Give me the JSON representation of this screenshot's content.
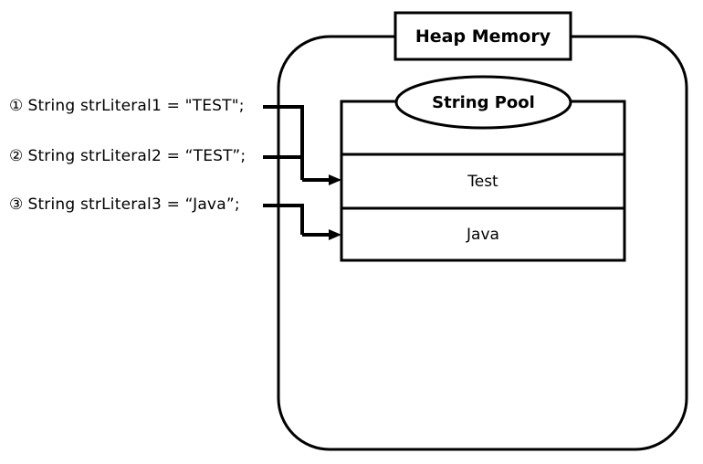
{
  "diagram": {
    "title_box": {
      "label": "Heap Memory",
      "shape": "rectangle"
    },
    "pool_title": {
      "label": "String Pool",
      "shape": "ellipse"
    },
    "container": {
      "name": "heap-boundary",
      "shape": "rounded-rectangle"
    },
    "code_lines": [
      {
        "marker": "①",
        "text": "String strLiteral1 = \"TEST\";"
      },
      {
        "marker": "②",
        "text": "String strLiteral2 = “TEST”;"
      },
      {
        "marker": "③",
        "text": "String strLiteral3 = “Java”;"
      }
    ],
    "pool_rows": [
      {
        "value": ""
      },
      {
        "value": "Test"
      },
      {
        "value": "Java"
      }
    ],
    "connectors": [
      {
        "name": "arrow-to-test",
        "from": "line-1-and-2",
        "to": "pool-row-test"
      },
      {
        "name": "arrow-to-java",
        "from": "line-3",
        "to": "pool-row-java"
      }
    ],
    "colors": {
      "stroke": "#000000",
      "background": "#ffffff",
      "text": "#000000"
    }
  }
}
